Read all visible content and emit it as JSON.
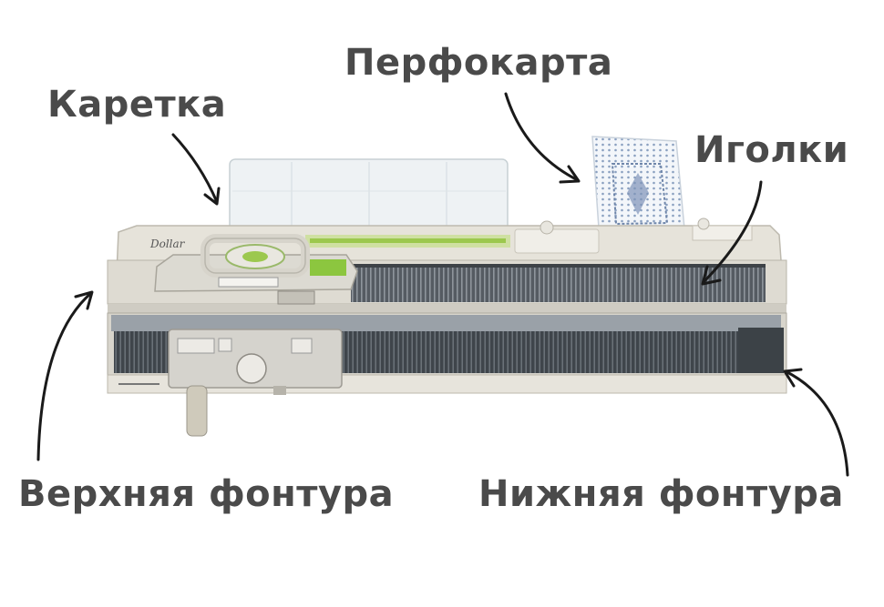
{
  "labels": {
    "carriage": "Каретка",
    "punch_card": "Перфокарта",
    "needles": "Иголки",
    "upper_bed": "Верхняя фонтура",
    "lower_bed": "Нижняя фонтура"
  },
  "machine": {
    "brand": "Dollar"
  },
  "colors": {
    "label_text": "#4a4a4a",
    "arrow": "#1a1a1a",
    "machine_body": "#e4e1d8",
    "needle_bed": "#4c5258",
    "accent_green": "#8cc63f"
  }
}
